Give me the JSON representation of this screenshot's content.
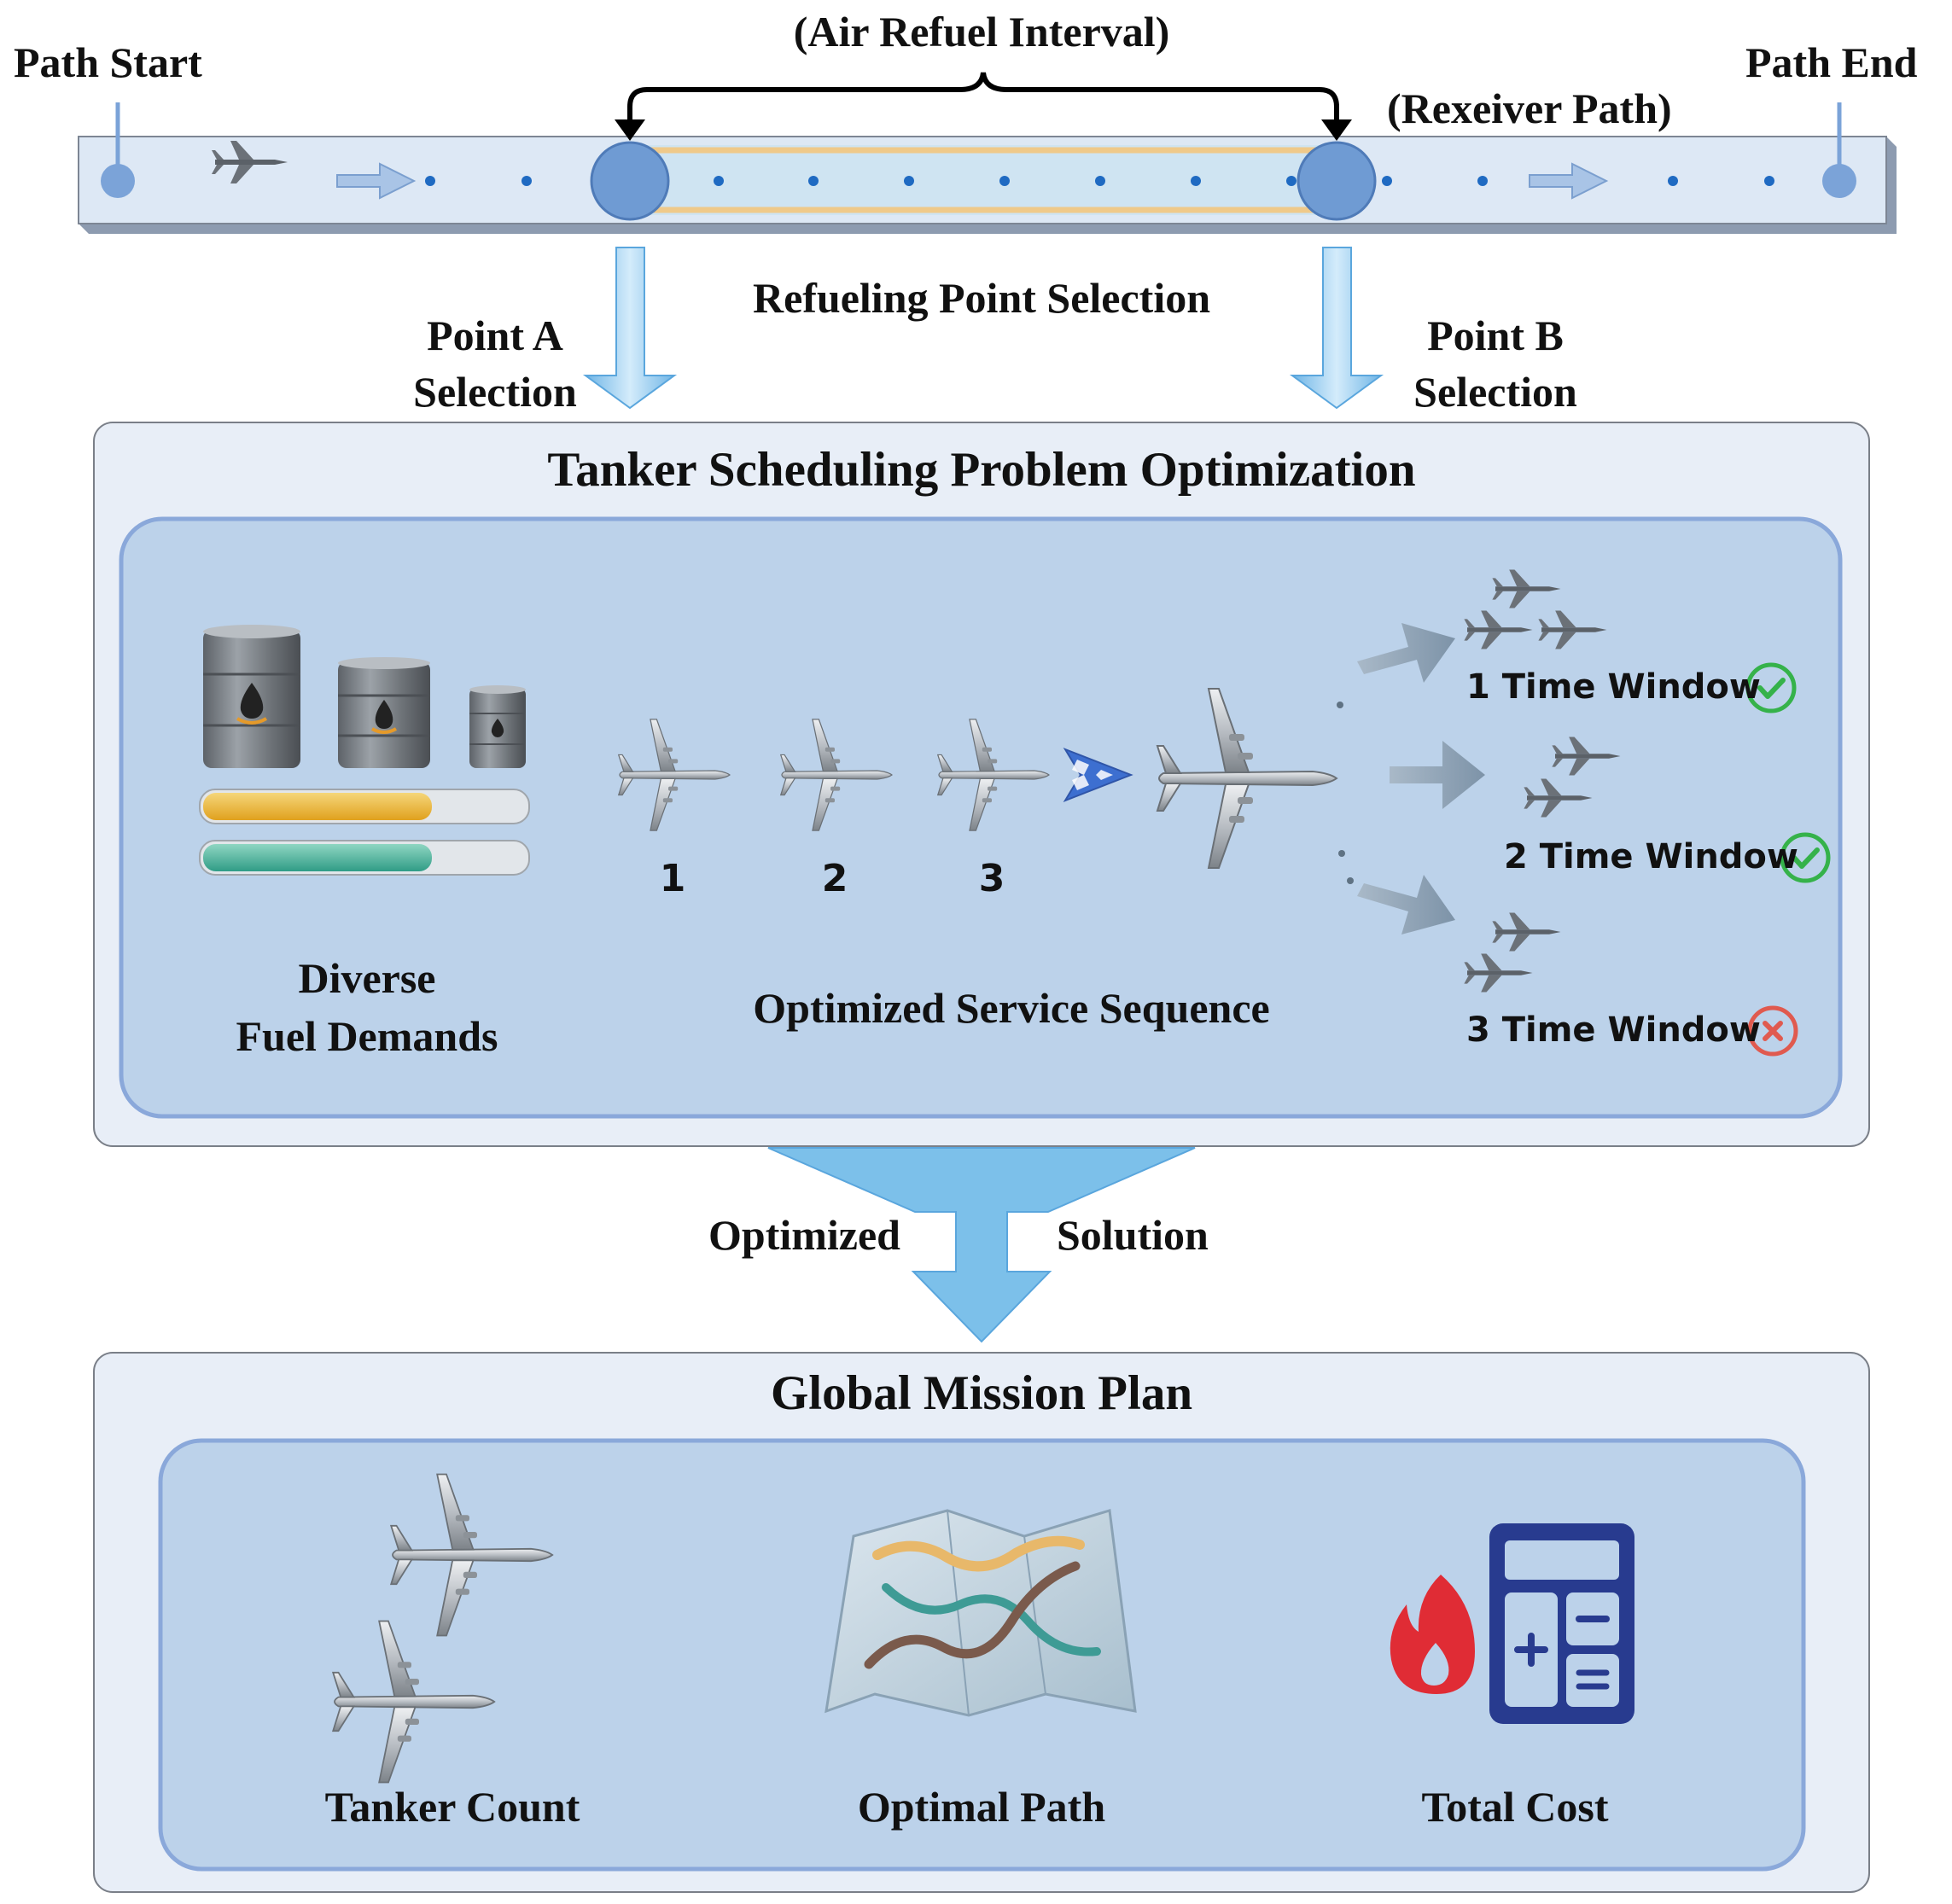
{
  "path": {
    "start": "Path Start",
    "end": "Path End",
    "interval": "(Air Refuel Interval)",
    "receiver": "(Rexeiver Path)"
  },
  "selection": {
    "point_a": [
      "Point A",
      "Selection"
    ],
    "point_b": [
      "Point B",
      "Selection"
    ],
    "refueling": "Refueling Point Selection"
  },
  "scheduling": {
    "title": "Tanker Scheduling Problem Optimization",
    "fuel_label": [
      "Diverse",
      "Fuel Demands"
    ],
    "sequence_label": "Optimized Service Sequence",
    "sequence_numbers": [
      "1",
      "2",
      "3"
    ],
    "windows": [
      {
        "label": "1 Time Window",
        "status": "ok"
      },
      {
        "label": "2 Time Window",
        "status": "ok"
      },
      {
        "label": "3 Time Window",
        "status": "fail"
      }
    ]
  },
  "solution": {
    "left": "Optimized",
    "right": "Solution"
  },
  "global_plan": {
    "title": "Global Mission Plan",
    "items": [
      "Tanker Count",
      "Optimal Path",
      "Total Cost"
    ]
  },
  "colors": {
    "arrow_blue": "#7cc0ea",
    "panel_bg": "#e8eef7",
    "panel_inner": "#bcd2ea",
    "ok_green": "#35b24a",
    "fail_red": "#e05a4f",
    "calc_navy": "#283b8f",
    "flame_red": "#e02c35"
  }
}
